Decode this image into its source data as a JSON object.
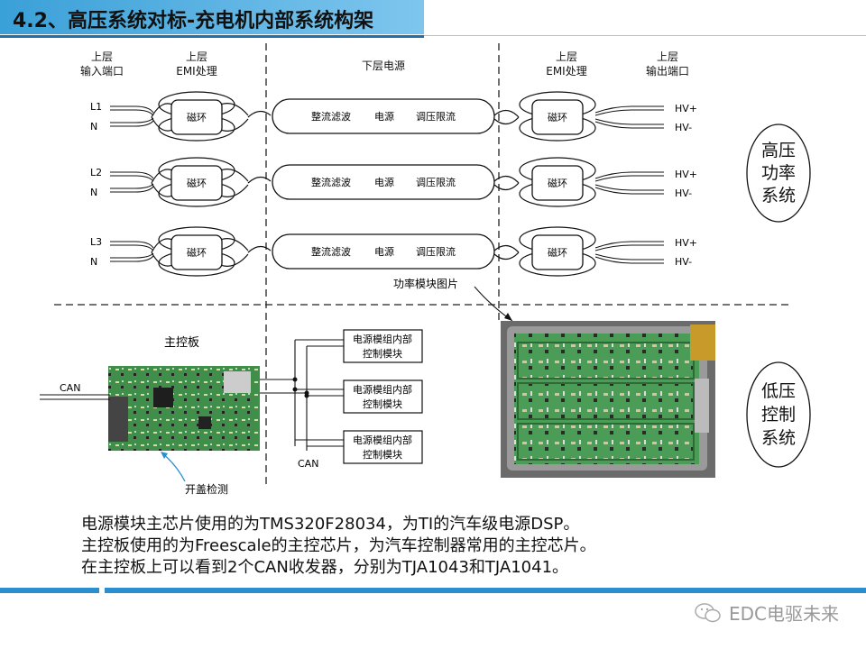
{
  "title": "4.2、高压系统对标-充电机内部系统构架",
  "top": {
    "col1_line1": "上层",
    "col1_line2": "输入端口",
    "col2_line1": "上层",
    "col2_line2": "EMI处理",
    "col3": "下层电源",
    "col4_line1": "上层",
    "col4_line2": "EMI处理",
    "col5_line1": "上层",
    "col5_line2": "输出端口"
  },
  "rows": [
    {
      "in1": "L1",
      "in2": "N",
      "core": "磁环",
      "stage1": "整流滤波",
      "stage2": "电源",
      "stage3": "调压限流",
      "out1": "HV+",
      "out2": "HV-"
    },
    {
      "in1": "L2",
      "in2": "N",
      "core": "磁环",
      "stage1": "整流滤波",
      "stage2": "电源",
      "stage3": "调压限流",
      "out1": "HV+",
      "out2": "HV-"
    },
    {
      "in1": "L3",
      "in2": "N",
      "core": "磁环",
      "stage1": "整流滤波",
      "stage2": "电源",
      "stage3": "调压限流",
      "out1": "HV+",
      "out2": "HV-"
    }
  ],
  "hv_system_label": [
    "高压",
    "功率",
    "系统"
  ],
  "lv_system_label": [
    "低压",
    "控制",
    "系统"
  ],
  "power_module_photo_label": "功率模块图片",
  "main_board_label": "主控板",
  "can_in_label": "CAN",
  "can_bus_label": "CAN",
  "lid_detect_label": "开盖检测",
  "control_modules": [
    [
      "电源模组内部",
      "控制模块"
    ],
    [
      "电源模组内部",
      "控制模块"
    ],
    [
      "电源模组内部",
      "控制模块"
    ]
  ],
  "notes": [
    "电源模块主芯片使用的为TMS320F28034，为TI的汽车级电源DSP。",
    "主控板使用的为Freescale的主控芯片，为汽车控制器常用的主控芯片。",
    "在主控板上可以看到2个CAN收发器，分别为TJA1043和TJA1041。"
  ],
  "footer": "EDC电驱未来",
  "colors": {
    "accent": "#3aa0d8",
    "bar": "#2b8fcf",
    "pcb": "#3f8f4a"
  }
}
